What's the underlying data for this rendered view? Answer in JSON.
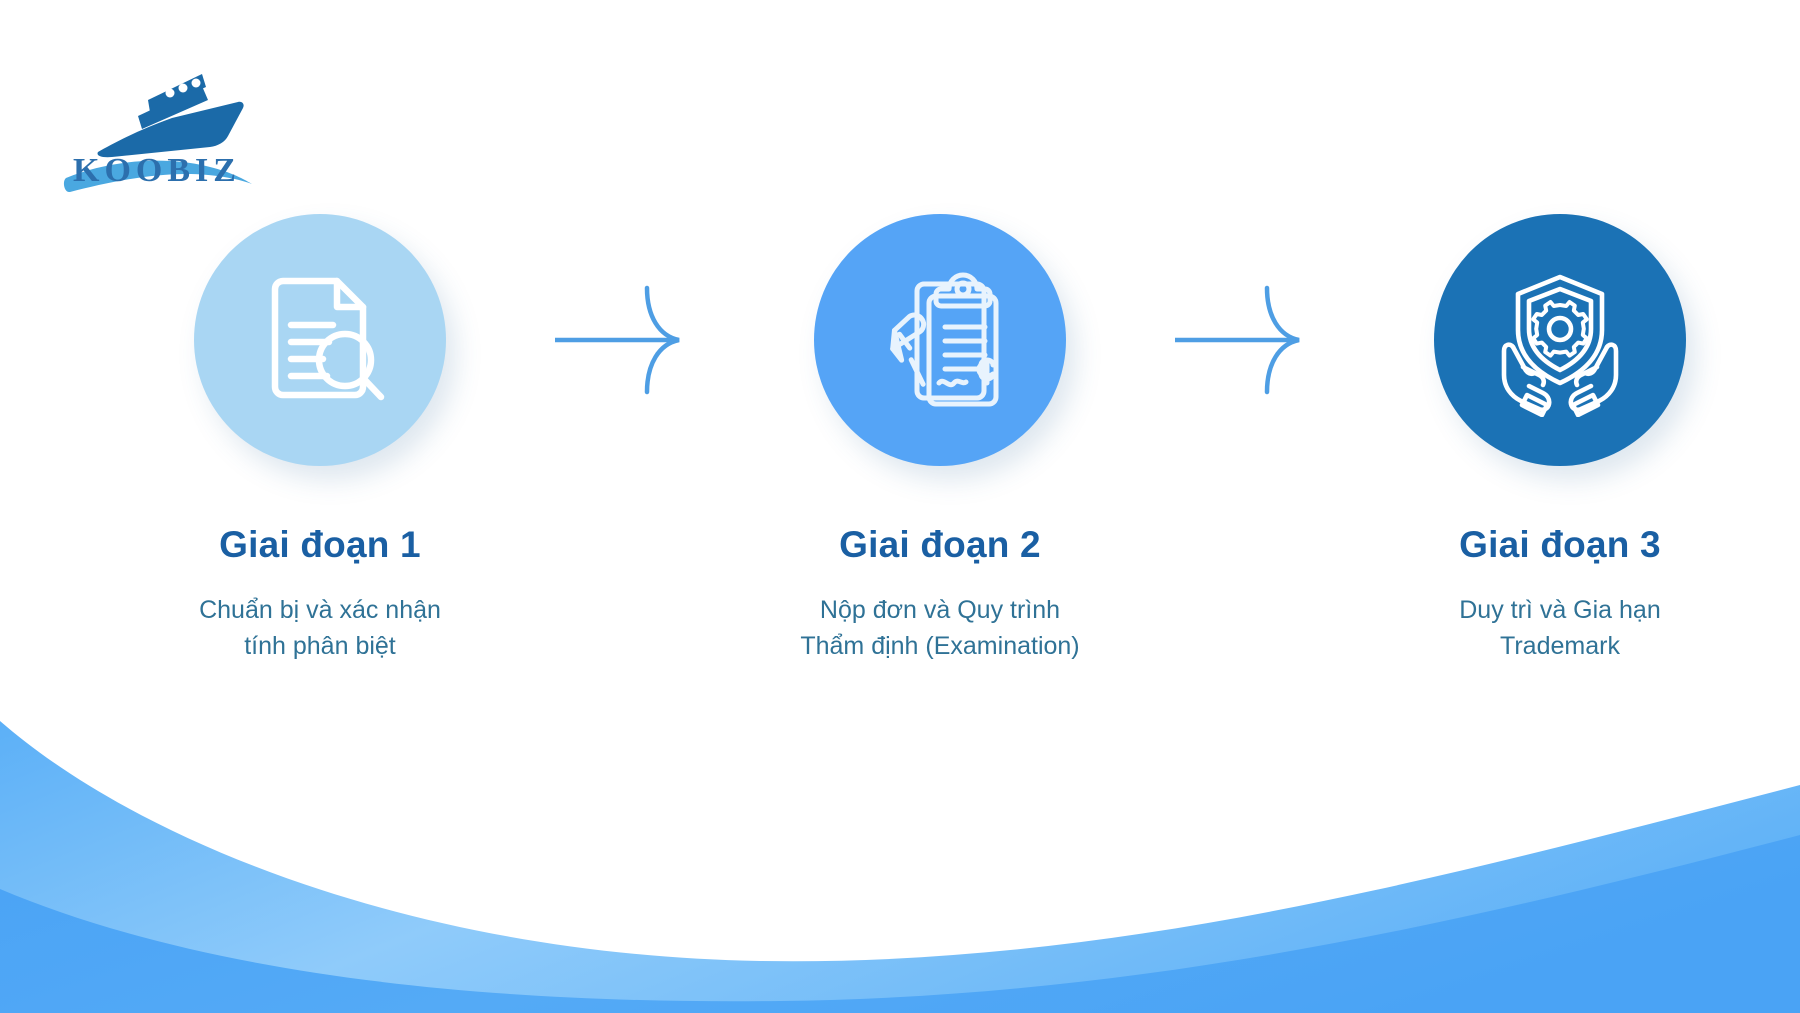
{
  "brand": {
    "name": "KOOBIZ",
    "logo_icon": "yacht-wave-logo",
    "logo_color_dark": "#1b6aa8",
    "logo_color_light": "#4aa8e0",
    "wordmark_color": "#2c6fad"
  },
  "theme": {
    "background": "#ffffff",
    "title_color": "#1a5fa3",
    "desc_color": "#2f7296",
    "arrow_color": "#4e9ee4",
    "wave_back": "#7cc0f7",
    "wave_front": "#4ea7f5"
  },
  "steps": [
    {
      "title": "Giai đoạn 1",
      "description": "Chuẩn bị và xác nhận\ntính phân biệt",
      "icon": "document-magnifier-icon",
      "circle_color": "#a9d6f3",
      "icon_color": "#ffffff"
    },
    {
      "title": "Giai đoạn 2",
      "description": "Nộp đơn và Quy trình\nThẩm định (Examination)",
      "icon": "clipboard-pen-icon",
      "circle_color": "#55a4f6",
      "icon_color": "#e8f3fd"
    },
    {
      "title": "Giai đoạn 3",
      "description": "Duy trì và Gia hạn\nTrademark",
      "icon": "hands-shield-gear-icon",
      "circle_color": "#1b72b5",
      "icon_color": "#ffffff"
    }
  ],
  "connectors": [
    {
      "icon": "arrow-right-icon"
    },
    {
      "icon": "arrow-right-icon"
    }
  ]
}
